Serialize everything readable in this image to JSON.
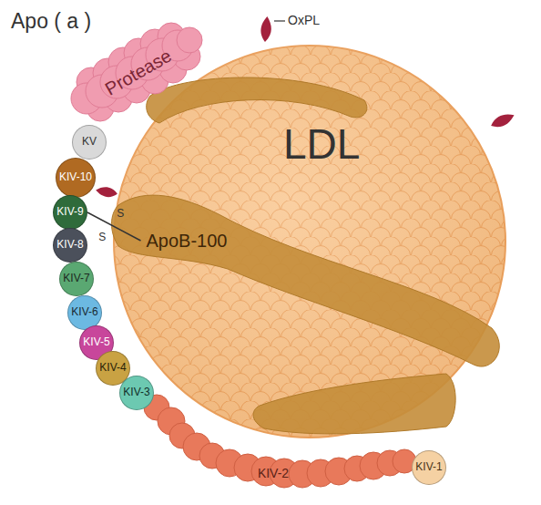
{
  "diagram": {
    "title": "Apo ( a )",
    "nodes": [
      {
        "text": [
          "Protease"
        ]
      },
      {
        "text": [
          "KV"
        ]
      },
      {
        "text": [
          "KIV-10"
        ]
      },
      {
        "text": [
          "KIV-9"
        ]
      },
      {
        "text": [
          "KIV-8"
        ]
      },
      {
        "text": [
          "KIV-7"
        ]
      },
      {
        "text": [
          "KIV-6"
        ]
      },
      {
        "text": [
          "KIV-5"
        ]
      },
      {
        "text": [
          "KIV-4"
        ]
      },
      {
        "text": [
          "KIV-3"
        ]
      },
      {
        "text": [
          "KIV-2"
        ]
      },
      {
        "text": [
          "KIV-1"
        ]
      },
      {
        "text": [
          "LDL"
        ]
      },
      {
        "text": [
          "ApoB-100"
        ],
        "in": 12
      }
    ],
    "edges": [
      {
        "from": 3,
        "to": 13,
        "arrow": "none"
      }
    ],
    "labels": [
      "OxPL",
      "S",
      "S"
    ]
  }
}
